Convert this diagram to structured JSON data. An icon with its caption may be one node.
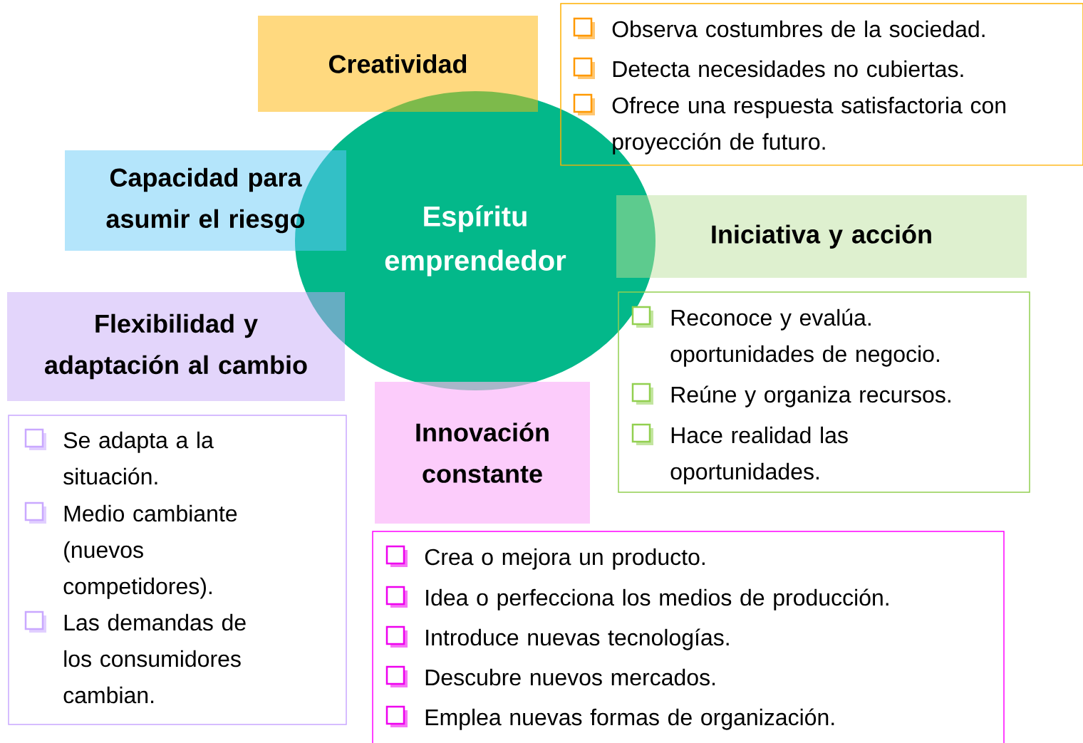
{
  "diagram": {
    "nodes": [
      {
        "text": [
          "Creatividad"
        ]
      },
      {
        "text": [
          "Observa costumbres de la sociedad.",
          "Detecta necesidades no cubiertas.",
          "Ofrece una respuesta satisfactoria con proyección de futuro."
        ]
      },
      {
        "text": [
          "Capacidad para asumir el riesgo"
        ]
      },
      {
        "text": [
          "Espíritu emprendedor"
        ]
      },
      {
        "text": [
          "Iniciativa y acción"
        ]
      },
      {
        "text": [
          "Flexibilidad y adaptación al cambio"
        ]
      },
      {
        "text": [
          "Reconoce y evalúa. oportunidades de negocio.",
          "Reúne y organiza recursos.",
          "Hace realidad las oportunidades."
        ]
      },
      {
        "text": [
          "Se adapta a la situación.",
          "Medio cambiante (nuevos competidores).",
          "Las demandas de los consumidores cambian."
        ]
      },
      {
        "text": [
          "Innovación constante"
        ]
      },
      {
        "text": [
          "Crea o mejora un producto.",
          "Idea o perfecciona los medios de producción.",
          "Introduce nuevas tecnologías.",
          "Descubre nuevos mercados.",
          "Emplea nuevas formas de organización."
        ]
      }
    ]
  }
}
